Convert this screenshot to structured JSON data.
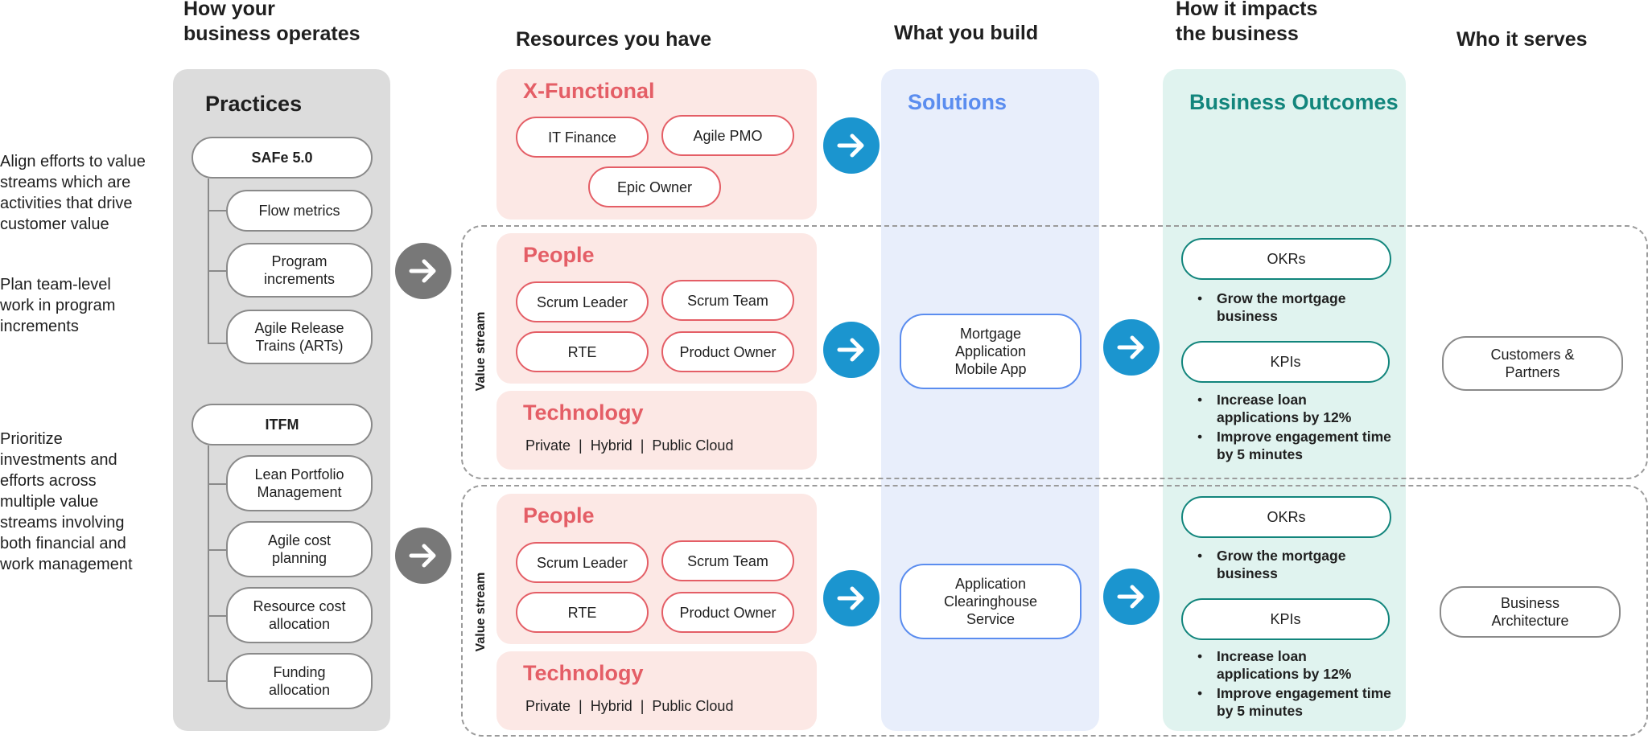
{
  "headers": {
    "operates": "How your\nbusiness operates",
    "resources": "Resources you have",
    "build": "What you build",
    "impacts": "How it impacts\nthe business",
    "serves": "Who it serves"
  },
  "descriptions": {
    "align": "Align efforts to value streams which are activities that drive customer value",
    "plan": "Plan team-level work in program increments",
    "prioritize": "Prioritize investments and efforts across multiple value streams involving both financial and work management"
  },
  "practices": {
    "title": "Practices",
    "safe": {
      "label": "SAFe 5.0",
      "items": [
        "Flow metrics",
        "Program increments",
        "Agile Release Trains (ARTs)"
      ]
    },
    "itfm": {
      "label": "ITFM",
      "items": [
        "Lean Portfolio Management",
        "Agile cost planning",
        "Resource cost allocation",
        "Funding allocation"
      ]
    }
  },
  "xfunctional": {
    "title": "X-Functional",
    "items": [
      "IT Finance",
      "Agile PMO",
      "Epic Owner"
    ]
  },
  "value_streams": [
    {
      "label": "Value stream",
      "people_title": "People",
      "people": [
        "Scrum Leader",
        "Scrum Team",
        "RTE",
        "Product Owner"
      ],
      "tech_title": "Technology",
      "tech": "Private  |  Hybrid  |  Public Cloud",
      "solution": "Mortgage Application Mobile App",
      "okrs": "OKRs",
      "okr_bullets": [
        "Grow the mortgage business"
      ],
      "kpis": "KPIs",
      "kpi_bullets": [
        "Increase loan applications by 12%",
        "Improve engagement time by 5 minutes"
      ],
      "serves": "Customers & Partners"
    },
    {
      "label": "Value stream",
      "people_title": "People",
      "people": [
        "Scrum Leader",
        "Scrum Team",
        "RTE",
        "Product Owner"
      ],
      "tech_title": "Technology",
      "tech": "Private  |  Hybrid  |  Public Cloud",
      "solution": "Application Clearinghouse Service",
      "okrs": "OKRs",
      "okr_bullets": [
        "Grow the mortgage business"
      ],
      "kpis": "KPIs",
      "kpi_bullets": [
        "Increase loan applications by 12%",
        "Improve engagement time by 5 minutes"
      ],
      "serves": "Business Architecture"
    }
  ],
  "solutions_title": "Solutions",
  "outcomes_title": "Business Outcomes",
  "colors": {
    "coral": "#e45e66",
    "teal": "#12857c",
    "blue_title": "#5b8def",
    "arrow_blue": "#1b95cf",
    "arrow_gray": "#787878"
  },
  "icons": {
    "arrow": "right-arrow-icon"
  }
}
